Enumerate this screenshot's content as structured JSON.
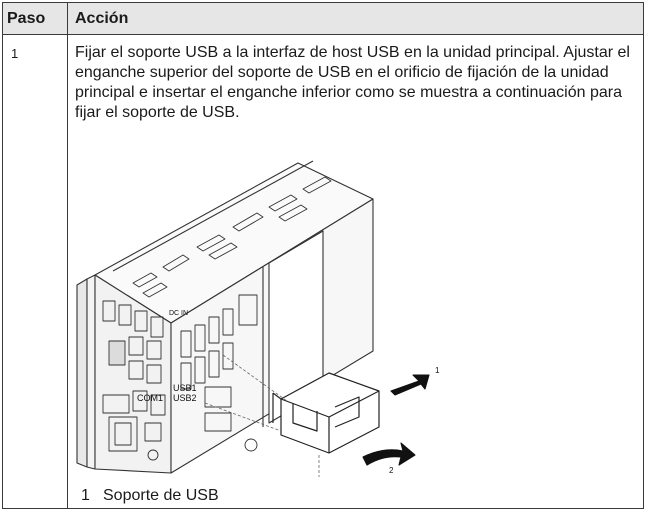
{
  "table": {
    "header": {
      "step": "Paso",
      "action": "Acción"
    },
    "rows": [
      {
        "step": "1",
        "action_text": "Fijar el soporte USB a la interfaz de host USB en la unidad principal. Ajustar el enganche superior del soporte de USB en el orificio de fijación de la unidad principal e insertar el enganche inferior como se muestra a continuación para fijar el soporte de USB."
      }
    ]
  },
  "figure": {
    "port_labels": [
      "COM1",
      "USB1",
      "USB2",
      "DC IN"
    ],
    "arrow_labels": [
      "1",
      "2"
    ],
    "legend": [
      {
        "number": "1",
        "label": "Soporte de USB"
      }
    ]
  }
}
